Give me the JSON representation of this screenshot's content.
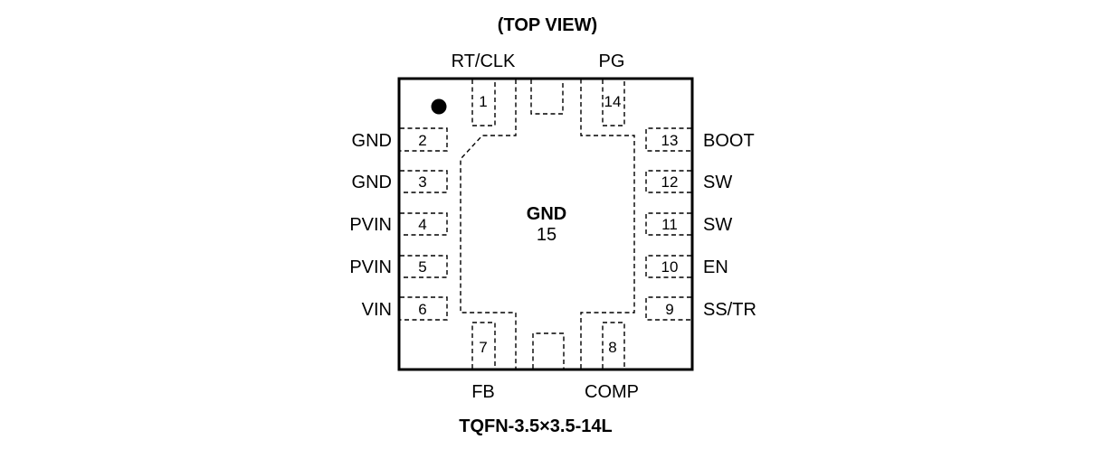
{
  "title": "(TOP VIEW)",
  "package": "TQFN-3.5×3.5-14L",
  "pin1_marker": "pin1-dot",
  "center_pad": {
    "name": "GND",
    "number": "15"
  },
  "pins": {
    "top": [
      {
        "number": "1",
        "name": "RT/CLK"
      },
      {
        "number": "14",
        "name": "PG"
      }
    ],
    "left": [
      {
        "number": "2",
        "name": "GND"
      },
      {
        "number": "3",
        "name": "GND"
      },
      {
        "number": "4",
        "name": "PVIN"
      },
      {
        "number": "5",
        "name": "PVIN"
      },
      {
        "number": "6",
        "name": "VIN"
      }
    ],
    "right": [
      {
        "number": "13",
        "name": "BOOT"
      },
      {
        "number": "12",
        "name": "SW"
      },
      {
        "number": "11",
        "name": "SW"
      },
      {
        "number": "10",
        "name": "EN"
      },
      {
        "number": "9",
        "name": "SS/TR"
      }
    ],
    "bottom": [
      {
        "number": "7",
        "name": "FB"
      },
      {
        "number": "8",
        "name": "COMP"
      }
    ]
  }
}
